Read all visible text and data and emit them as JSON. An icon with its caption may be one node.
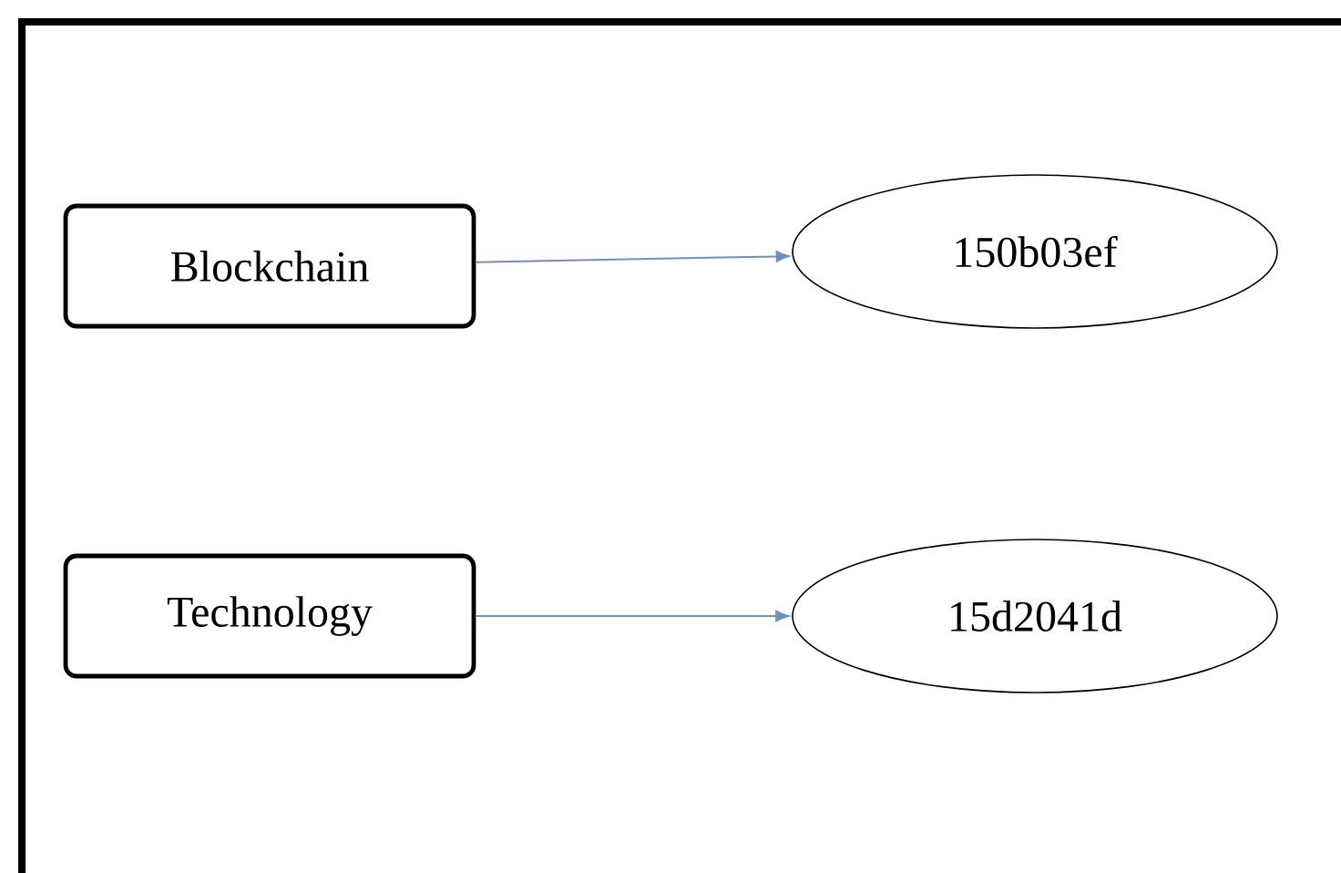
{
  "diagram": {
    "nodes": [
      {
        "text": [
          "Blockchain"
        ]
      },
      {
        "text": [
          "150b03ef"
        ]
      },
      {
        "text": [
          "Technology"
        ]
      },
      {
        "text": [
          "15d2041d"
        ]
      }
    ],
    "edges": [
      {
        "from": 0,
        "to": 1,
        "arrow": "to",
        "color": "#6f8fc0"
      },
      {
        "from": 2,
        "to": 3,
        "arrow": "to",
        "color": "#6f8fc0"
      }
    ]
  }
}
